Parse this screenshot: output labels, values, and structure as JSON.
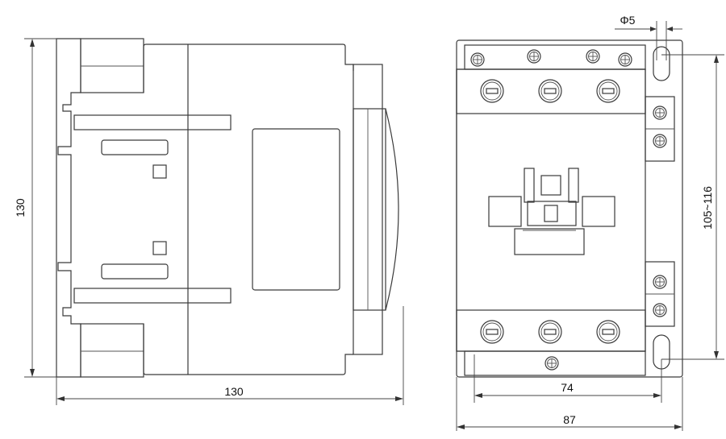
{
  "dimensions": {
    "side_height": "130",
    "side_width": "130",
    "mount_hole": "Φ5",
    "mount_spacing_vertical": "105~116",
    "mount_spacing_horizontal": "74",
    "front_width": "87"
  },
  "colors": {
    "line": "#3a3a3a",
    "background": "#ffffff",
    "text": "#111111"
  }
}
